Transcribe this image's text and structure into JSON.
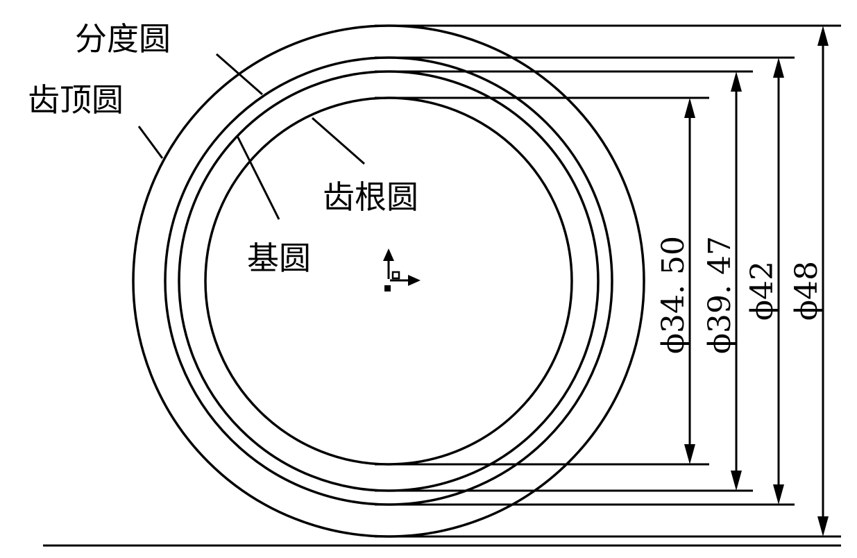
{
  "labels": {
    "pitch_circle": "分度圆",
    "addendum_circle": "齿顶圆",
    "root_circle": "齿根圆",
    "base_circle": "基圆"
  },
  "dimensions": {
    "d_root": "ϕ34. 50",
    "d_base": "ϕ39. 47",
    "d_pitch": "ϕ42",
    "d_addendum": "ϕ48"
  }
}
